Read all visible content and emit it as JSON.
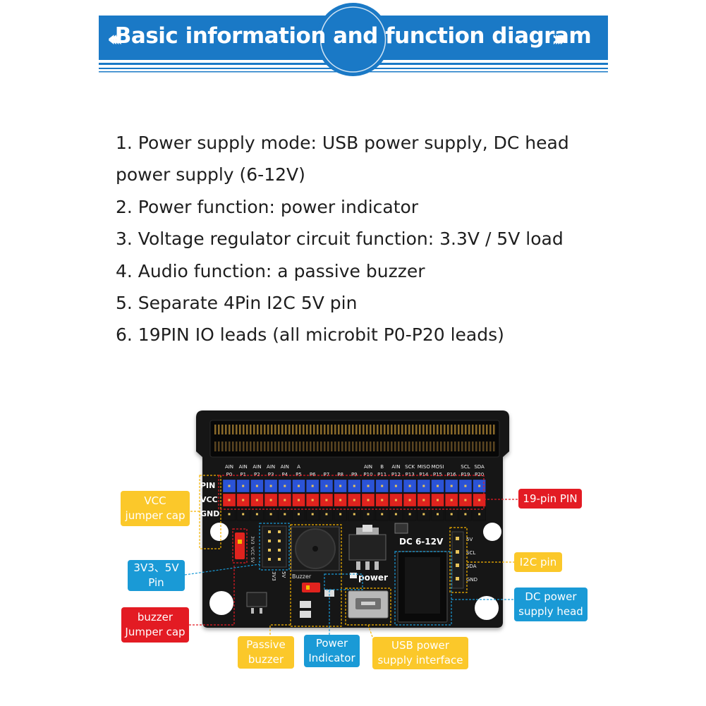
{
  "banner": {
    "title": "Basic information and function diagram",
    "left_chevrons": "‹‹‹‹",
    "right_chevrons": "››››",
    "color": "#1a79c6"
  },
  "info": {
    "items": [
      "1. Power supply mode: USB power supply, DC head",
      "power supply (6-12V)",
      "2. Power function: power indicator",
      "3. Voltage regulator circuit function: 3.3V / 5V load",
      "4. Audio function: a passive buzzer",
      "5. Separate 4Pin I2C 5V pin",
      "6. 19PIN IO leads (all microbit P0-P20 leads)"
    ]
  },
  "board": {
    "row_labels": [
      "PIN",
      "VCC",
      "GND"
    ],
    "ain_labels": [
      "AIN",
      "AIN",
      "AIN",
      "AIN",
      "AIN",
      "A",
      "AIN",
      "B",
      "AIN",
      "SCK",
      "MISO",
      "MOSI",
      "SCL",
      "SDA"
    ],
    "pin_labels": [
      "P0",
      "P1",
      "P2",
      "P3",
      "P4",
      "P5",
      "P6",
      "P7",
      "P8",
      "P9",
      "P10",
      "P11",
      "P12",
      "P13",
      "P14",
      "P15",
      "P16",
      "P19",
      "P20"
    ],
    "i2c_labels": [
      "5V",
      "SCL",
      "SDA",
      "GND"
    ],
    "jumper_labels": [
      "3V3",
      "VCC",
      "5V"
    ],
    "pin3v3_labels": [
      "3V3",
      "5V"
    ],
    "buzzer_text": "Buzzer",
    "power_text": "power",
    "dc_text": "DC 6-12V"
  },
  "labels": {
    "vcc_jumper": [
      "VCC",
      "jumper cap"
    ],
    "pin_3v3_5v": [
      "3V3、5V",
      "Pin"
    ],
    "buzzer_jumper": [
      "buzzer",
      "Jumper cap"
    ],
    "passive_buzzer": [
      "Passive",
      "buzzer"
    ],
    "power_indicator": [
      "Power",
      "Indicator"
    ],
    "usb_power": [
      "USB power",
      "supply interface"
    ],
    "pin19": [
      "19-pin PIN"
    ],
    "i2c_pin": [
      "I2C pin"
    ],
    "dc_head": [
      "DC power",
      "supply head"
    ]
  },
  "colors": {
    "label_yellow": "#fbc82a",
    "label_blue": "#1a9ad6",
    "label_red": "#e31b23",
    "pcb": "#111111",
    "header_blue": "#2b53d6",
    "header_red": "#e0231e"
  }
}
